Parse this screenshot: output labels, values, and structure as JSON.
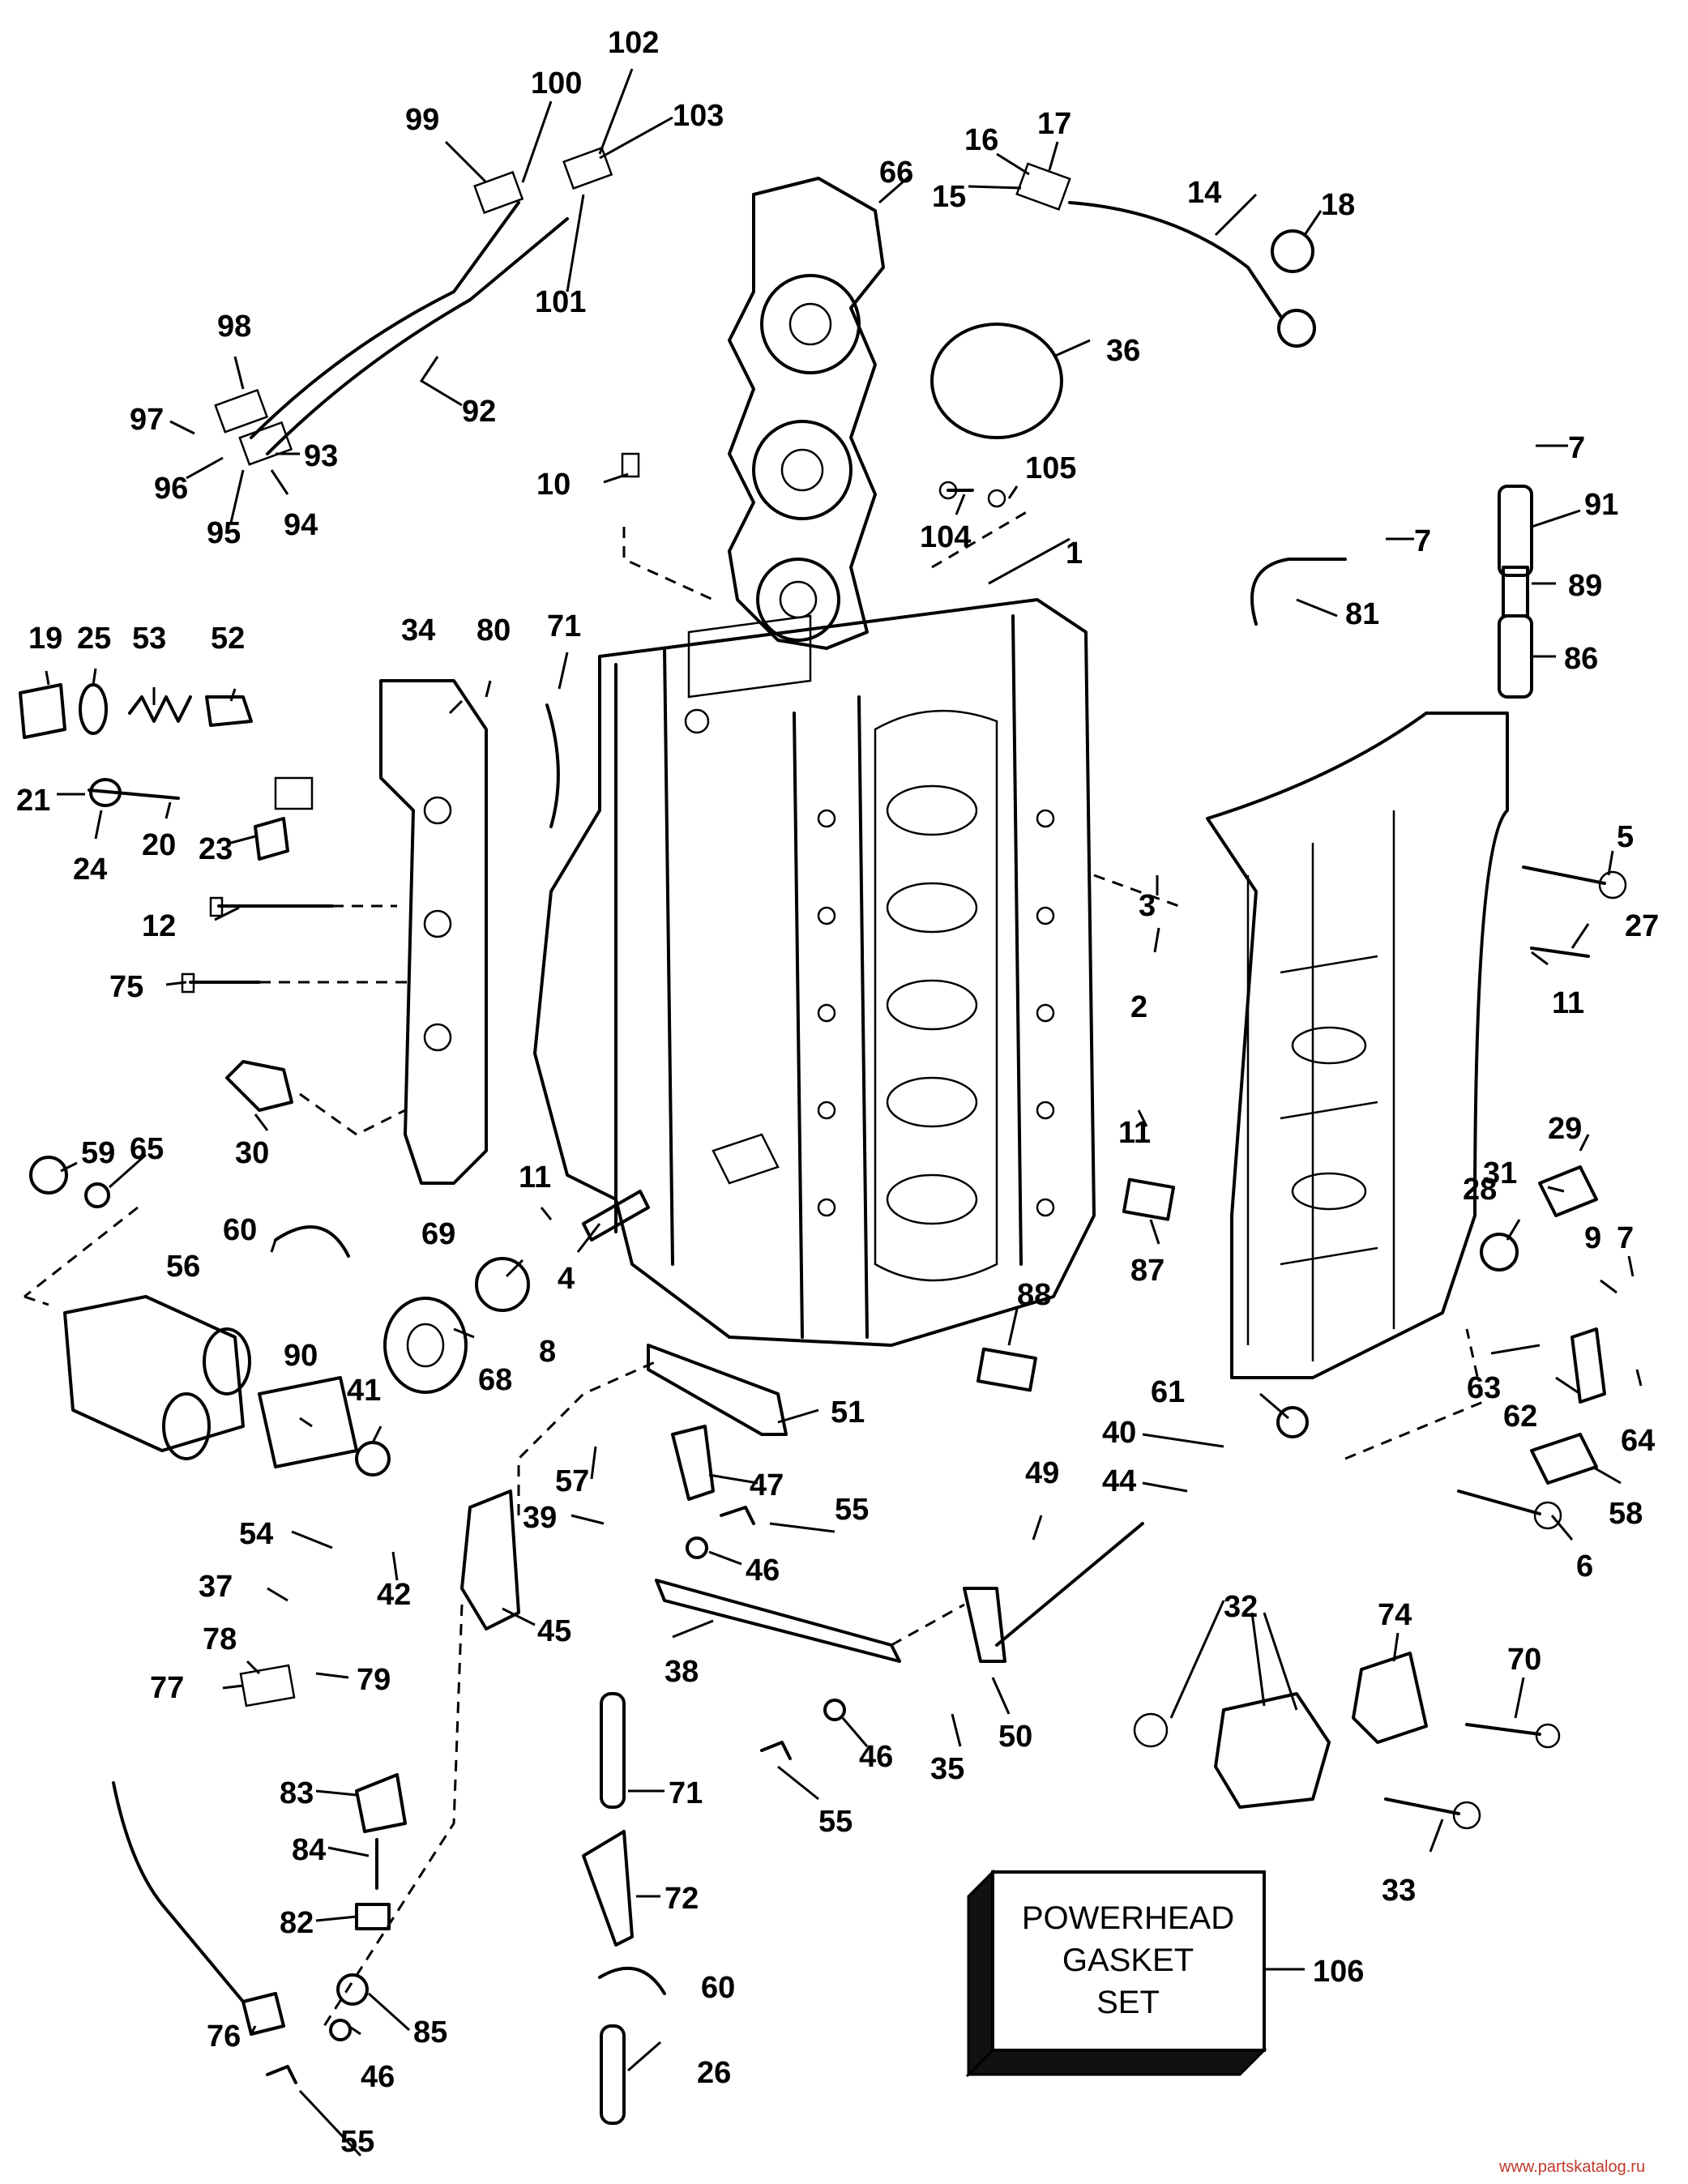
{
  "parts": [
    "1",
    "2",
    "3",
    "4",
    "5",
    "6",
    "7",
    "8",
    "9",
    "10",
    "11",
    "12",
    "14",
    "15",
    "16",
    "17",
    "18",
    "19",
    "20",
    "21",
    "23",
    "24",
    "25",
    "26",
    "27",
    "28",
    "29",
    "30",
    "31",
    "32",
    "33",
    "34",
    "35",
    "36",
    "37",
    "38",
    "39",
    "40",
    "41",
    "42",
    "44",
    "45",
    "46",
    "47",
    "49",
    "50",
    "51",
    "52",
    "53",
    "54",
    "55",
    "56",
    "57",
    "58",
    "59",
    "60",
    "61",
    "62",
    "63",
    "64",
    "65",
    "66",
    "68",
    "69",
    "70",
    "71",
    "72",
    "74",
    "75",
    "76",
    "77",
    "78",
    "79",
    "80",
    "81",
    "82",
    "83",
    "84",
    "85",
    "86",
    "87",
    "88",
    "89",
    "90",
    "91",
    "92",
    "93",
    "94",
    "95",
    "96",
    "97",
    "98",
    "99",
    "100",
    "101",
    "102",
    "103",
    "104",
    "105",
    "106"
  ],
  "gasket_box": {
    "line1": "POWERHEAD",
    "line2": "GASKET",
    "line3": "SET",
    "number": "106"
  },
  "watermark": "www.partskatalog.ru"
}
